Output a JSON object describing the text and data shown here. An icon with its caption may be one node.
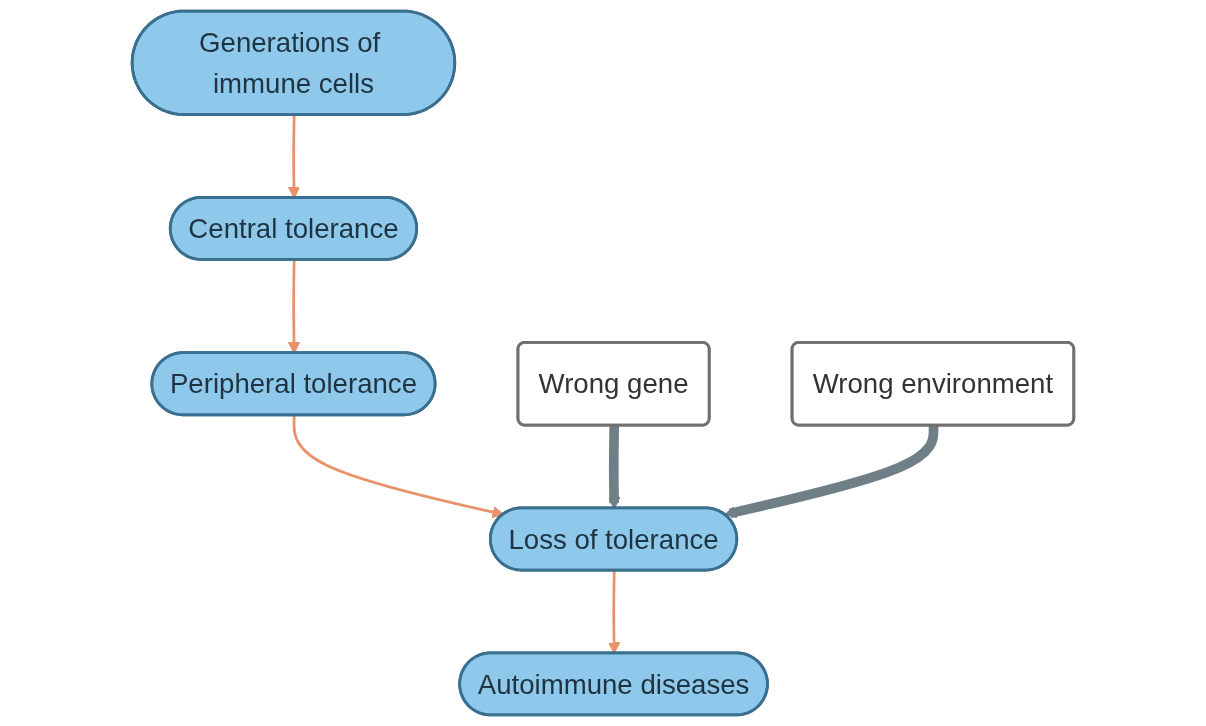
{
  "diagram": {
    "nodes": [
      {
        "text": [
          "Generations of immune cells"
        ]
      },
      {
        "text": [
          "Central tolerance"
        ]
      },
      {
        "text": [
          "Peripheral tolerance"
        ]
      },
      {
        "text": [
          "Wrong gene"
        ]
      },
      {
        "text": [
          "Wrong environment"
        ]
      },
      {
        "text": [
          "Loss of tolerance"
        ]
      },
      {
        "text": [
          "Autoimmune diseases"
        ]
      }
    ],
    "edges": [
      {
        "from": 0,
        "to": 1,
        "arrow": "to"
      },
      {
        "from": 1,
        "to": 2,
        "arrow": "to"
      },
      {
        "from": 2,
        "to": 5,
        "arrow": "to"
      },
      {
        "from": 3,
        "to": 5,
        "arrow": "to",
        "style": "thick",
        "color": "#6f7f86"
      },
      {
        "from": 4,
        "to": 5,
        "arrow": "to",
        "style": "thick",
        "color": "#6f7f86"
      },
      {
        "from": 5,
        "to": 6,
        "arrow": "to"
      }
    ]
  }
}
